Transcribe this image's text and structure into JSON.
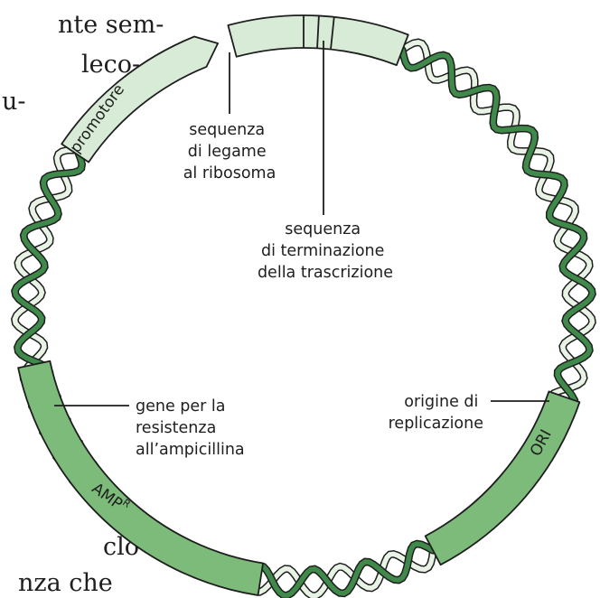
{
  "book_text": {
    "top_lines": [
      "nte sem-",
      "leco-",
      "u-"
    ],
    "bottom_lines": [
      "clo-",
      "nza che"
    ]
  },
  "segments": {
    "promoter": "promotore",
    "ampicillin": "AMP",
    "ampicillin_sup": "R",
    "ori": "ORI"
  },
  "labels": {
    "rbs": [
      "sequenza",
      "di legame",
      "al ribosoma"
    ],
    "terminator": [
      "sequenza",
      "di terminazione",
      "della trascrizione"
    ],
    "ori": [
      "origine di",
      "replicazione"
    ],
    "amp": [
      "gene per la",
      "resistenza",
      "all’ampicillina"
    ]
  },
  "colors": {
    "light_green": "#d7ebd6",
    "dark_green": "#7dbb7b",
    "outline": "#1e1e1e",
    "helix_dark": "#3f8a4a",
    "helix_light": "#e8f3e6"
  }
}
